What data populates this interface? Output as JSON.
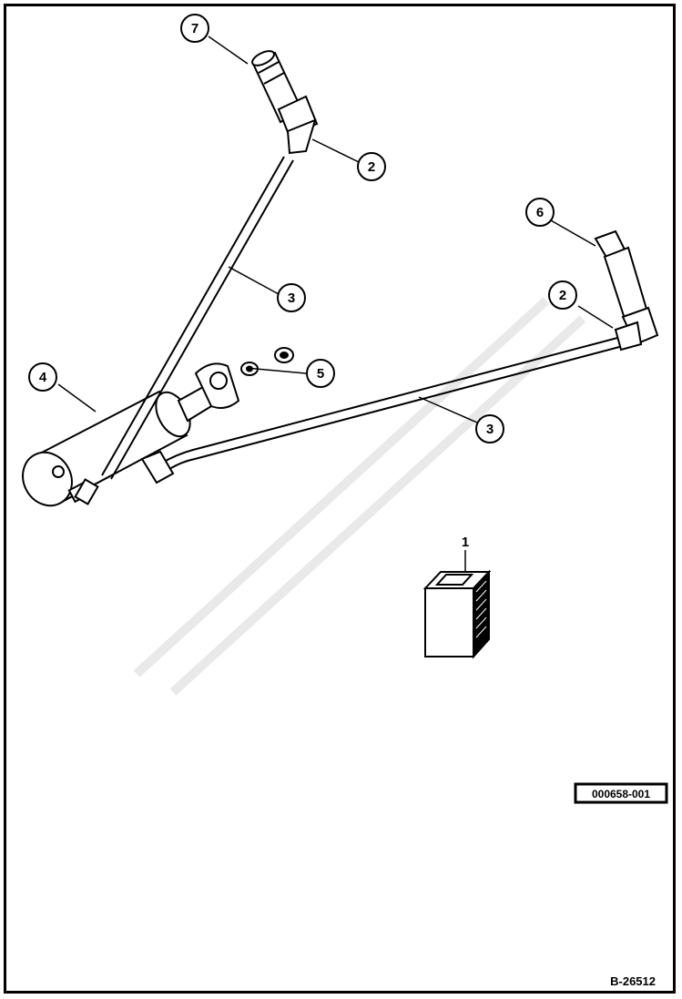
{
  "callouts": {
    "c1": "1",
    "c2a": "2",
    "c2b": "2",
    "c3a": "3",
    "c3b": "3",
    "c4": "4",
    "c5": "5",
    "c6": "6",
    "c7": "7"
  },
  "part_number": "000658-001",
  "figure_number": "B-26512",
  "colors": {
    "ink": "#000000",
    "paper": "#ffffff",
    "watermark": "#d8d8d8"
  }
}
